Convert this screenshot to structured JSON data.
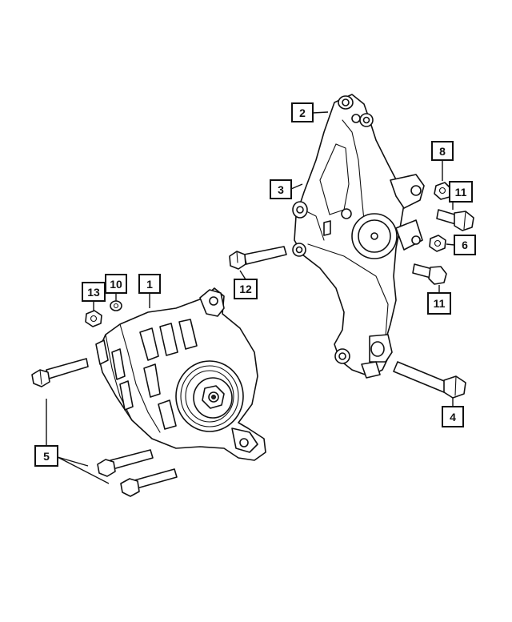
{
  "callouts": {
    "c1": "1",
    "c2": "2",
    "c3": "3",
    "c4": "4",
    "c5": "5",
    "c6": "6",
    "c8": "8",
    "c10": "10",
    "c11a": "11",
    "c11b": "11",
    "c12": "12",
    "c13": "13"
  },
  "colors": {
    "line": "#111111",
    "background": "#ffffff"
  }
}
